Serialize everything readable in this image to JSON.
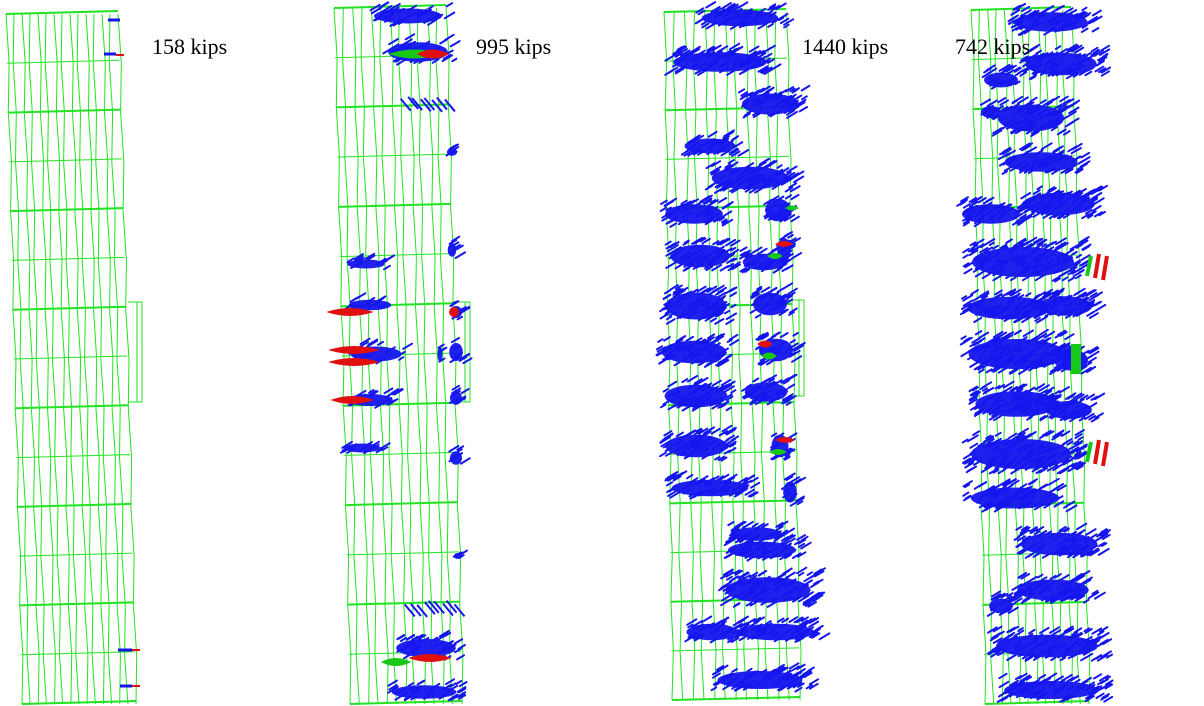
{
  "colors": {
    "mesh": "#22e322",
    "damage_primary": "#1515ee",
    "damage_severe": "#e01010",
    "damage_transition": "#18c818",
    "label": "#000000",
    "background": "#ffffff"
  },
  "panels": [
    {
      "load_label": "158 kips",
      "load_kips": 158
    },
    {
      "load_label": "995 kips",
      "load_kips": 995
    },
    {
      "load_label": "1440 kips",
      "load_kips": 1440
    },
    {
      "load_label": "742 kips",
      "load_kips": 742
    }
  ]
}
